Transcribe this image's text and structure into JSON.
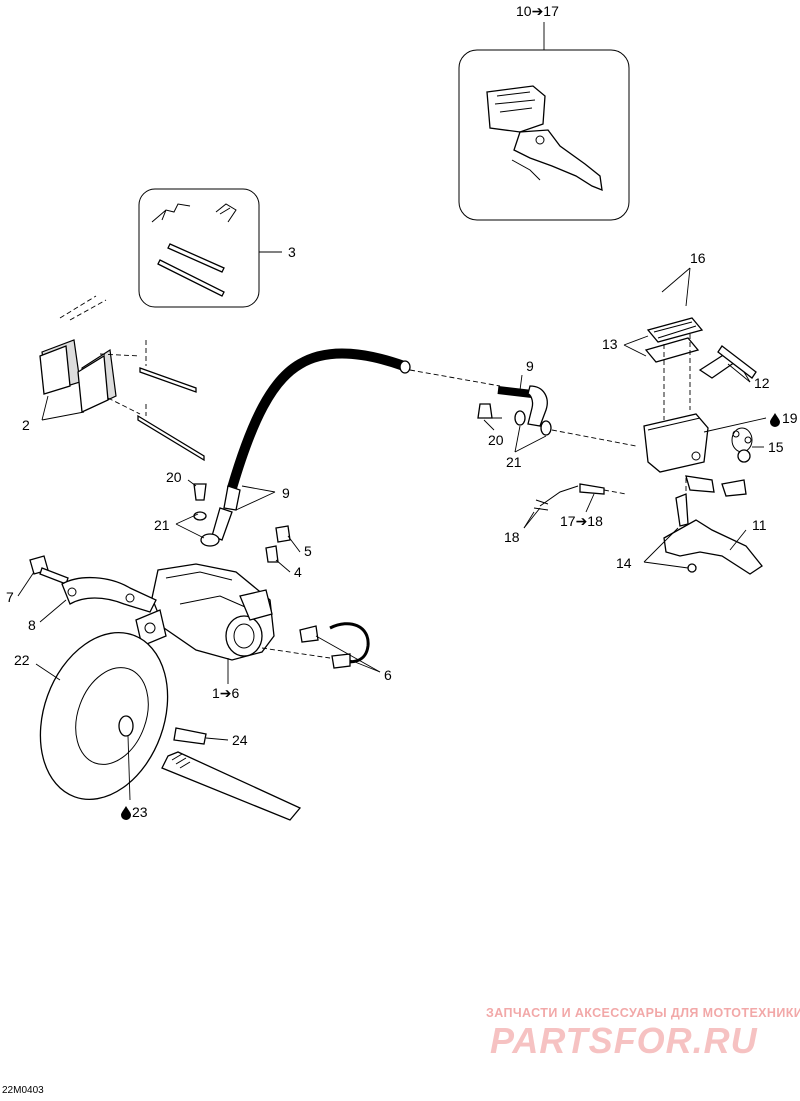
{
  "labels": {
    "l_10_17": "10➔17",
    "l_3": "3",
    "l_16": "16",
    "l_13": "13",
    "l_12": "12",
    "l_19": "19",
    "l_15": "15",
    "l_9a": "9",
    "l_20a": "20",
    "l_21a": "21",
    "l_17_18": "17➔18",
    "l_18": "18",
    "l_11": "11",
    "l_14": "14",
    "l_2": "2",
    "l_20b": "20",
    "l_9b": "9",
    "l_21b": "21",
    "l_5": "5",
    "l_4": "4",
    "l_7": "7",
    "l_8": "8",
    "l_22": "22",
    "l_1_6": "1➔6",
    "l_6": "6",
    "l_24": "24",
    "l_23": "23"
  },
  "drawing_code": "22M0403",
  "watermark": {
    "tagline": "ЗАПЧАСТИ И АКСЕССУАРЫ ДЛЯ МОТОТЕХНИКИ",
    "logo": "PARTSFOR.RU",
    "color": "#f2a8a8"
  },
  "icons": [
    "oil-drop-icon"
  ]
}
